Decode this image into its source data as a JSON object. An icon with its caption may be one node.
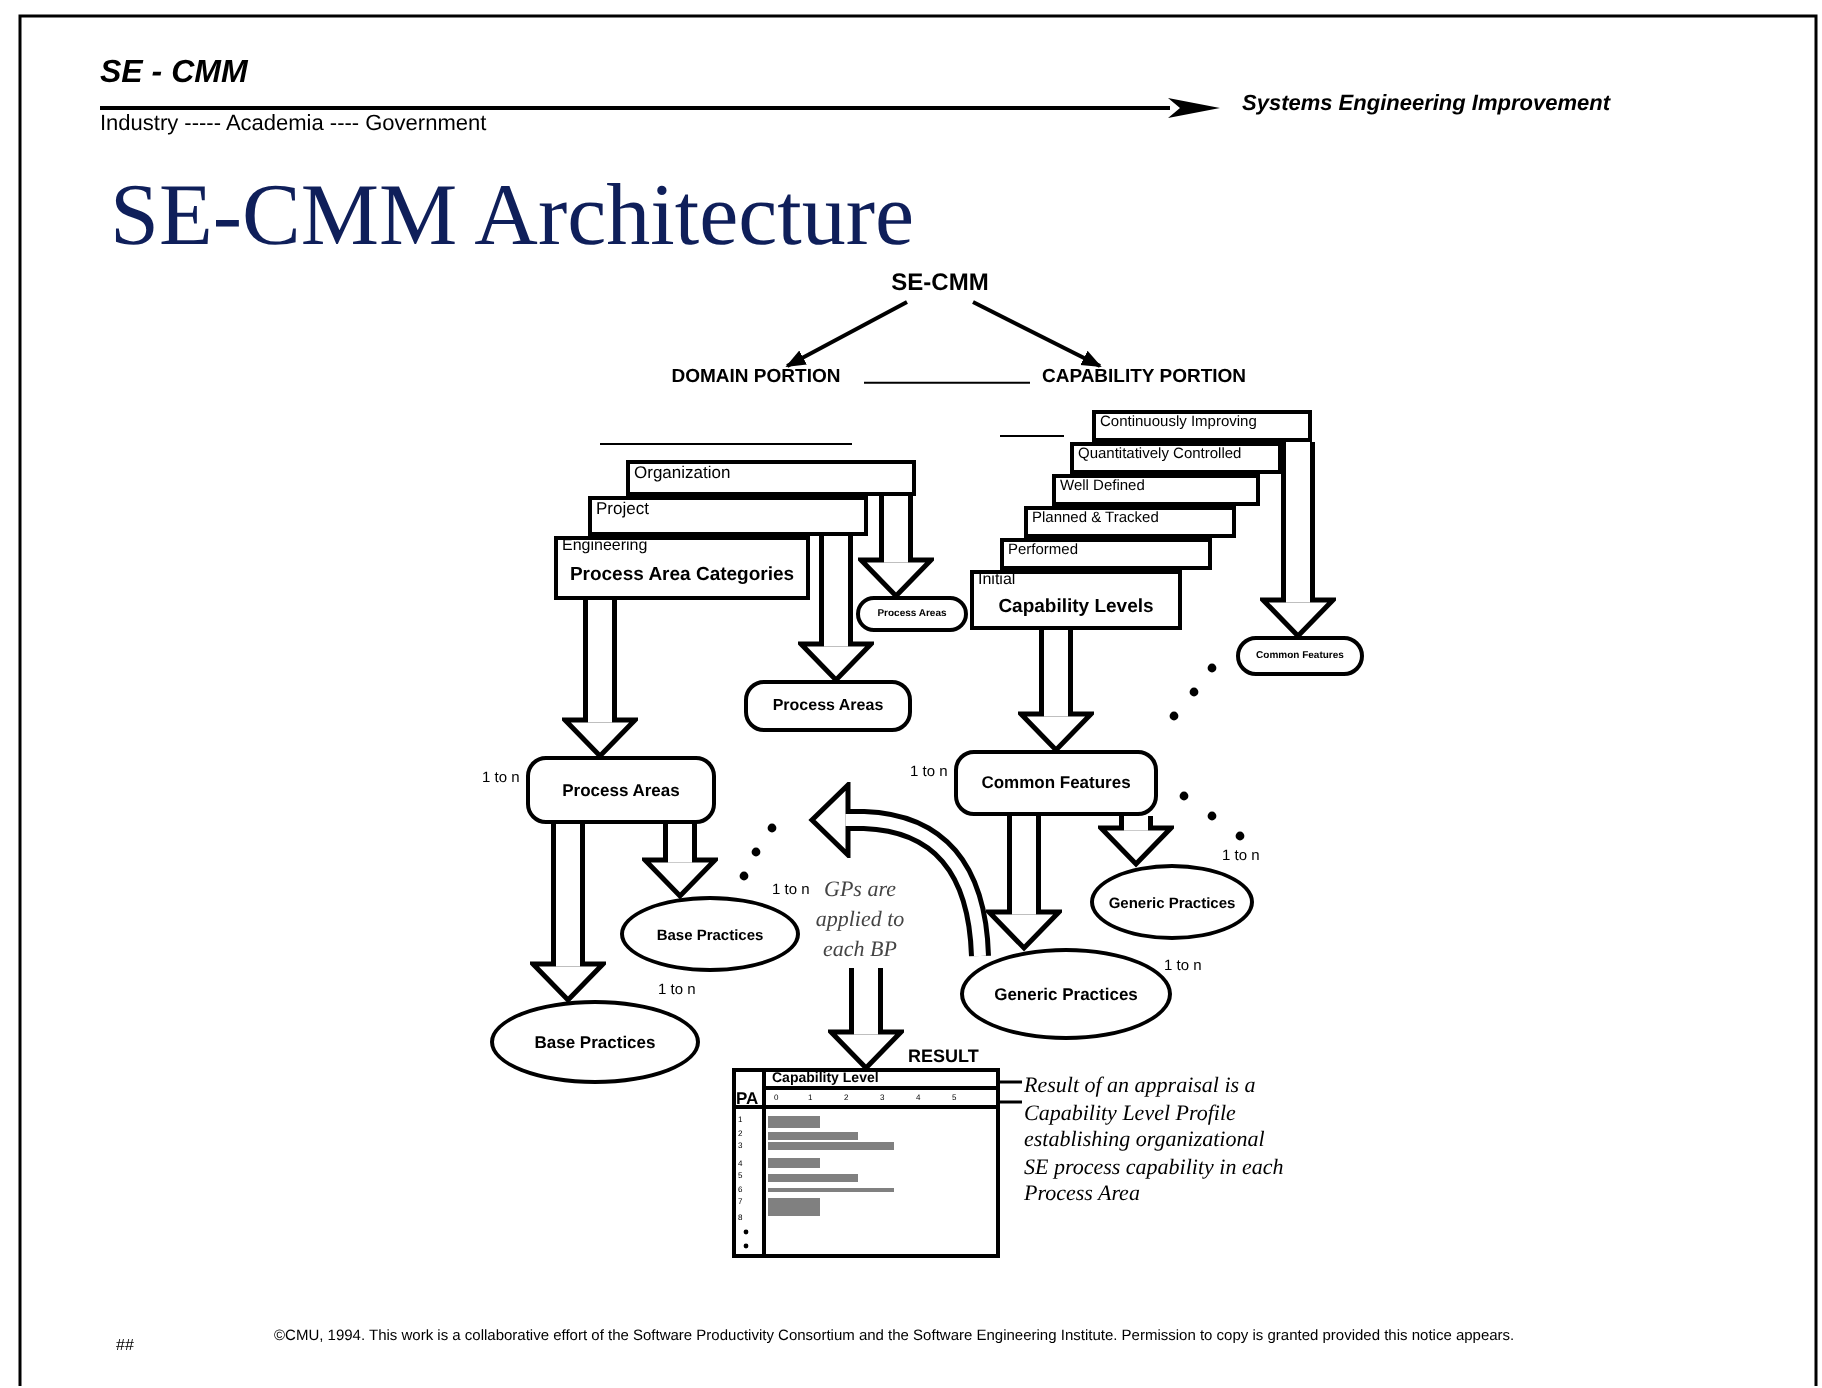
{
  "diagram": {
    "title": "SE-CMM Architecture",
    "nodes": [
      {
        "text": [
          "SE-CMM"
        ]
      },
      {
        "text": [
          "DOMAIN PORTION"
        ]
      },
      {
        "text": [
          "CAPABILITY PORTION"
        ]
      },
      {
        "text": [
          "Organization"
        ]
      },
      {
        "text": [
          "Project"
        ]
      },
      {
        "text": [
          "Engineering",
          "Process Area Categories"
        ]
      },
      {
        "text": [
          "Process Areas"
        ]
      },
      {
        "text": [
          "Process Areas"
        ]
      },
      {
        "text": [
          "Process Areas"
        ],
        "beside": [
          "1 to n"
        ]
      },
      {
        "text": [
          "Base Practices"
        ],
        "beside": [
          "1 to n"
        ]
      },
      {
        "text": [
          "Base Practices"
        ],
        "beside": [
          "1 to n"
        ]
      },
      {
        "text": [
          "Continuously Improving"
        ]
      },
      {
        "text": [
          "Quantitatively Controlled"
        ]
      },
      {
        "text": [
          "Well Defined"
        ]
      },
      {
        "text": [
          "Planned & Tracked"
        ]
      },
      {
        "text": [
          "Performed"
        ]
      },
      {
        "text": [
          "Initial",
          "Capability Levels"
        ]
      },
      {
        "text": [
          "Common Features"
        ]
      },
      {
        "text": [
          "Common Features"
        ],
        "beside": [
          "1 to n"
        ]
      },
      {
        "text": [
          "Generic Practices"
        ],
        "beside": [
          "1 to n"
        ]
      },
      {
        "text": [
          "Generic Practices"
        ],
        "beside": [
          "1 to n"
        ]
      },
      {
        "text": [
          "GPs are applied to each BP"
        ]
      },
      {
        "text": [
          "Capability Level",
          "PA"
        ],
        "beside": [
          "RESULT"
        ]
      },
      {
        "text": [
          "Result of an appraisal is a Capability Level Profile establishing organizational SE process capability in each Process Area"
        ]
      }
    ],
    "edges": [
      {
        "from": 0,
        "to": 1,
        "arrow": "to"
      },
      {
        "from": 0,
        "to": 2,
        "arrow": "to"
      },
      {
        "from": 1,
        "to": 2,
        "arrow": "none"
      },
      {
        "from": 3,
        "to": 6,
        "arrow": "to"
      },
      {
        "from": 4,
        "to": 7,
        "arrow": "to"
      },
      {
        "from": 5,
        "to": 8,
        "arrow": "to"
      },
      {
        "from": 8,
        "to": 10,
        "arrow": "to"
      },
      {
        "from": 8,
        "to": 9,
        "arrow": "to"
      },
      {
        "from": 11,
        "to": 17,
        "arrow": "to"
      },
      {
        "from": 16,
        "to": 18,
        "arrow": "to"
      },
      {
        "from": 18,
        "to": 20,
        "arrow": "to"
      },
      {
        "from": 18,
        "to": 19,
        "arrow": "to"
      },
      {
        "from": 20,
        "to": 9,
        "arrow": "to"
      },
      {
        "from": 21,
        "to": 22,
        "arrow": "to"
      },
      {
        "from": 22,
        "to": 23,
        "arrow": "none"
      },
      {
        "from": 22,
        "to": 23,
        "arrow": "none"
      }
    ],
    "labels": [
      "SE - CMM",
      "Industry ----- Academia ---- Government",
      "Systems Engineering Improvement",
      "0",
      "1",
      "2",
      "3",
      "4",
      "5",
      "1",
      "2",
      "3",
      "4",
      "5",
      "6",
      "7",
      "8",
      "##",
      "©CMU, 1994.  This work is a collaborative effort of the Software Productivity Consortium and the Software Engineering Institute. Permission to copy is granted provided this notice appears."
    ]
  }
}
